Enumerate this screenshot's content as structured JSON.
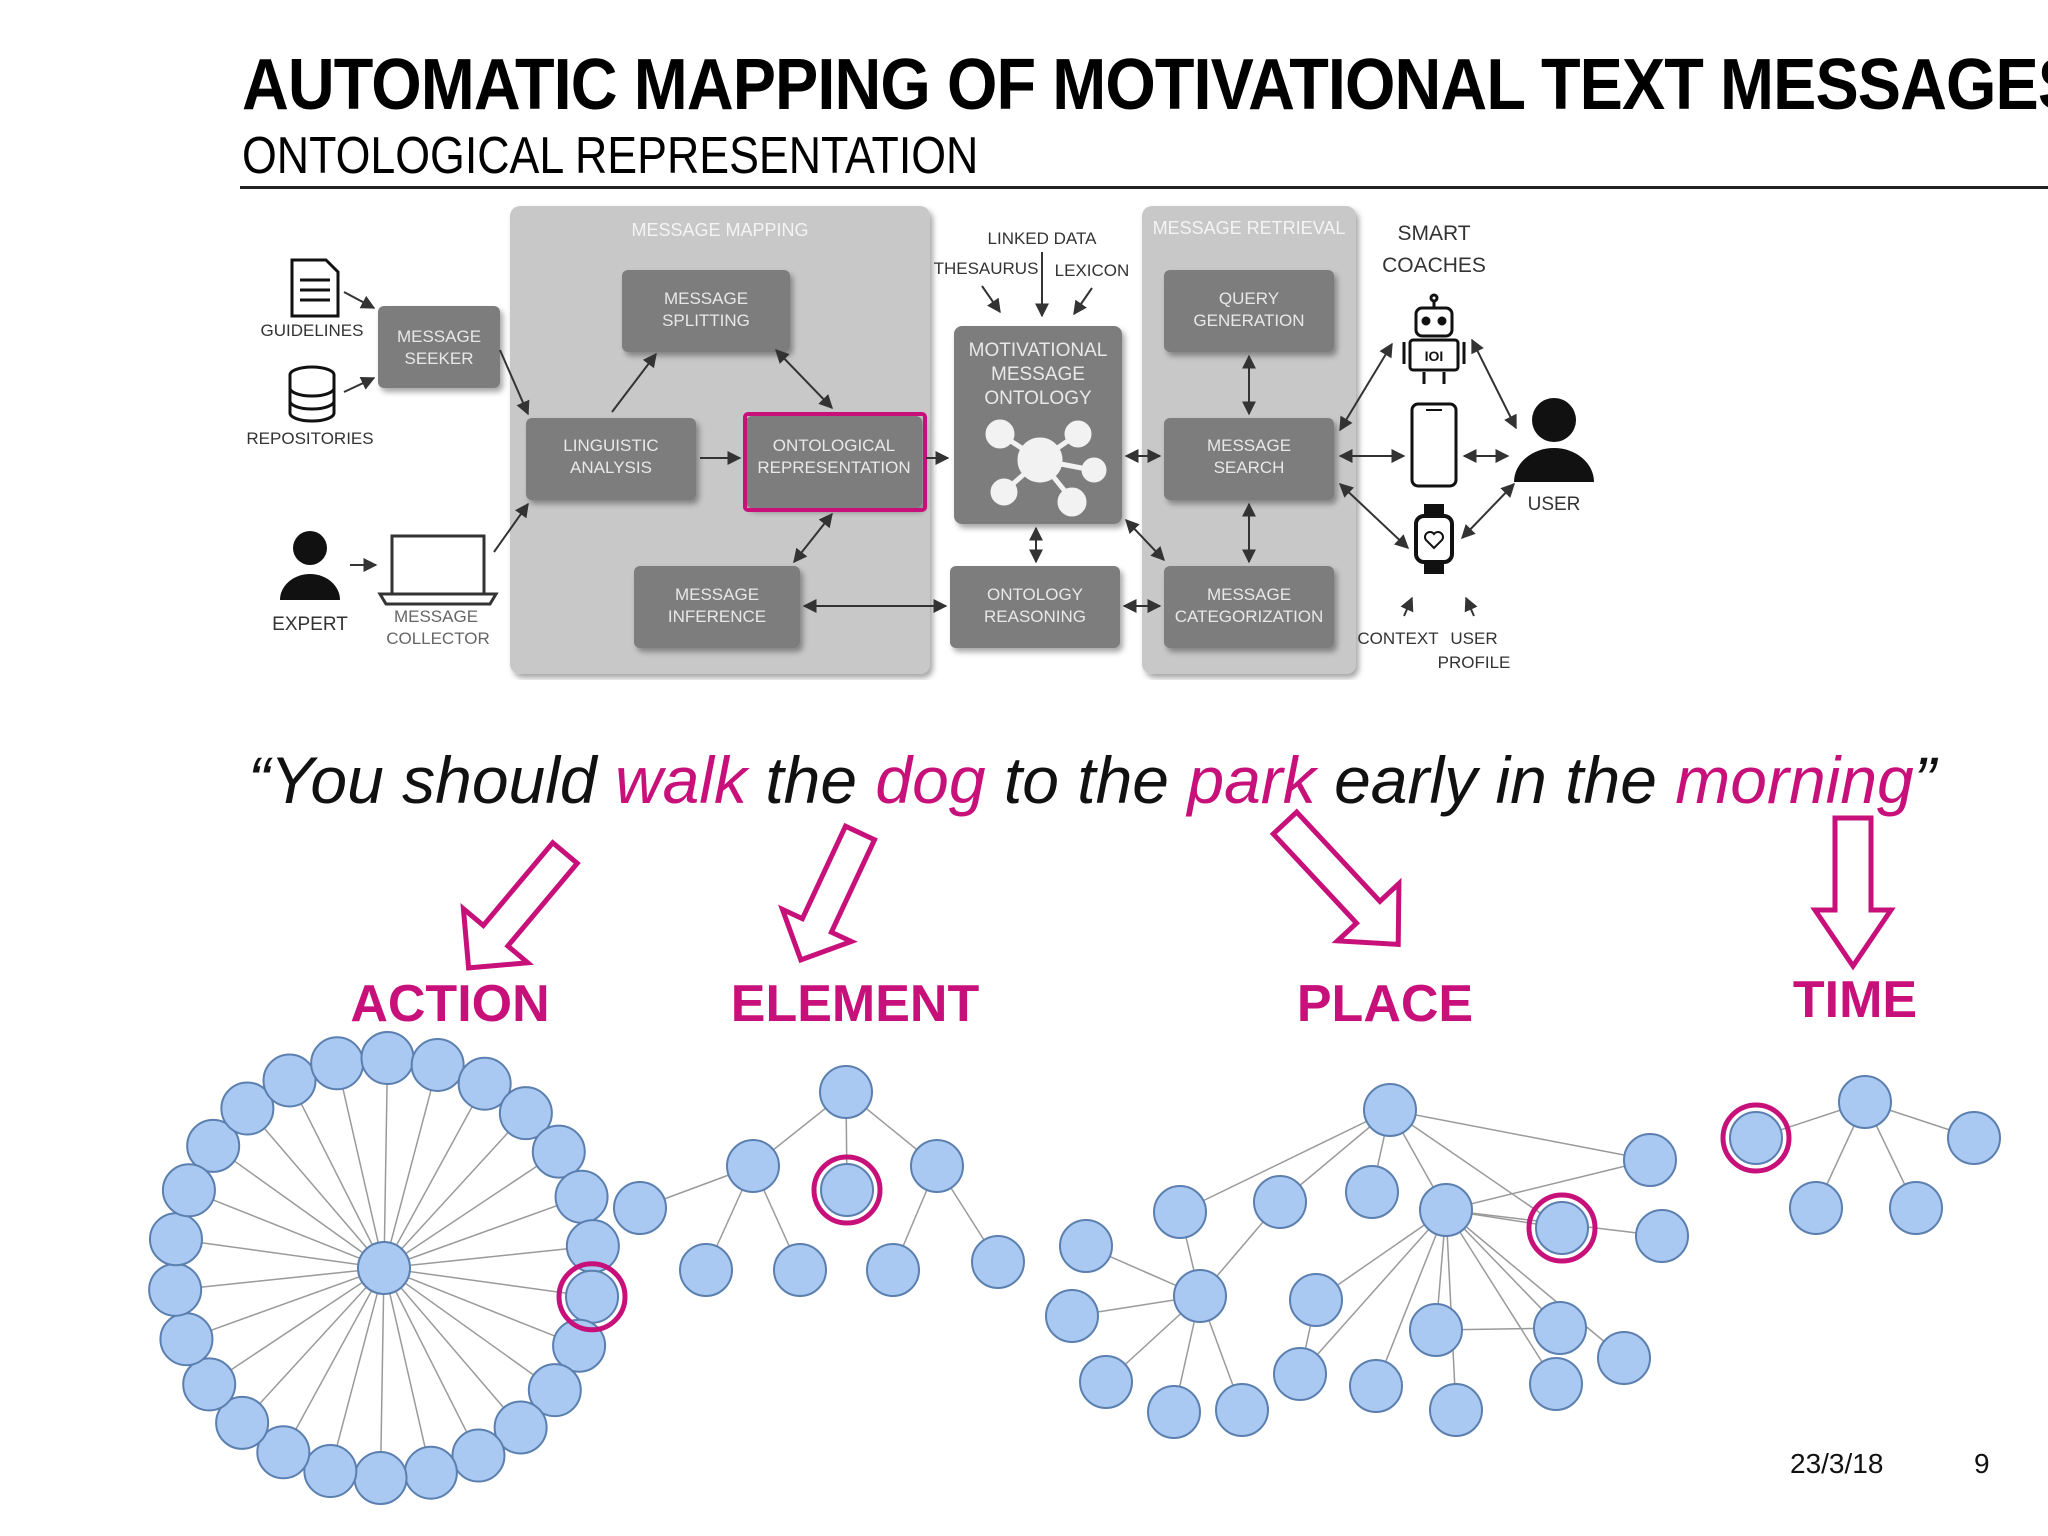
{
  "header": {
    "title": "AUTOMATIC MAPPING OF MOTIVATIONAL TEXT MESSAGES",
    "subtitle": "ONTOLOGICAL REPRESENTATION"
  },
  "diagram": {
    "panels": {
      "mapping": "MESSAGE MAPPING",
      "retrieval": "MESSAGE RETRIEVAL"
    },
    "inputs": {
      "guidelines": "GUIDELINES",
      "repositories": "REPOSITORIES",
      "expert": "EXPERT",
      "collector_1": "MESSAGE",
      "collector_2": "COLLECTOR"
    },
    "boxes": {
      "seeker": [
        "MESSAGE",
        "SEEKER"
      ],
      "splitting": [
        "MESSAGE",
        "SPLITTING"
      ],
      "linguistic": [
        "LINGUISTIC",
        "ANALYSIS"
      ],
      "ontological": [
        "ONTOLOGICAL",
        "REPRESENTATION"
      ],
      "inference": [
        "MESSAGE",
        "INFERENCE"
      ],
      "ontology": [
        "MOTIVATIONAL",
        "MESSAGE",
        "ONTOLOGY"
      ],
      "reasoning": [
        "ONTOLOGY",
        "REASONING"
      ],
      "query": [
        "QUERY",
        "GENERATION"
      ],
      "search": [
        "MESSAGE",
        "SEARCH"
      ],
      "categorization": [
        "MESSAGE",
        "CATEGORIZATION"
      ]
    },
    "sources": {
      "linked_data": "LINKED DATA",
      "thesaurus": "THESAURUS",
      "lexicon": "LEXICON"
    },
    "coaches": [
      "SMART",
      "COACHES"
    ],
    "user": "USER",
    "context": "CONTEXT",
    "user_profile": [
      "USER",
      "PROFILE"
    ]
  },
  "quote": {
    "open": "“You should ",
    "w1": "walk",
    "t1": " the ",
    "w2": "dog",
    "t2": " to the ",
    "w3": "park",
    "t3": " early in the ",
    "w4": "morning",
    "close": "”"
  },
  "categories": {
    "action": "ACTION",
    "element": "ELEMENT",
    "place": "PLACE",
    "time": "TIME"
  },
  "footer": {
    "date": "23/3/18",
    "page": "9"
  },
  "colors": {
    "accent": "#c8107a",
    "node": "#a9c8f2",
    "box": "#7d7d7d",
    "panel": "#c8c8c8"
  }
}
